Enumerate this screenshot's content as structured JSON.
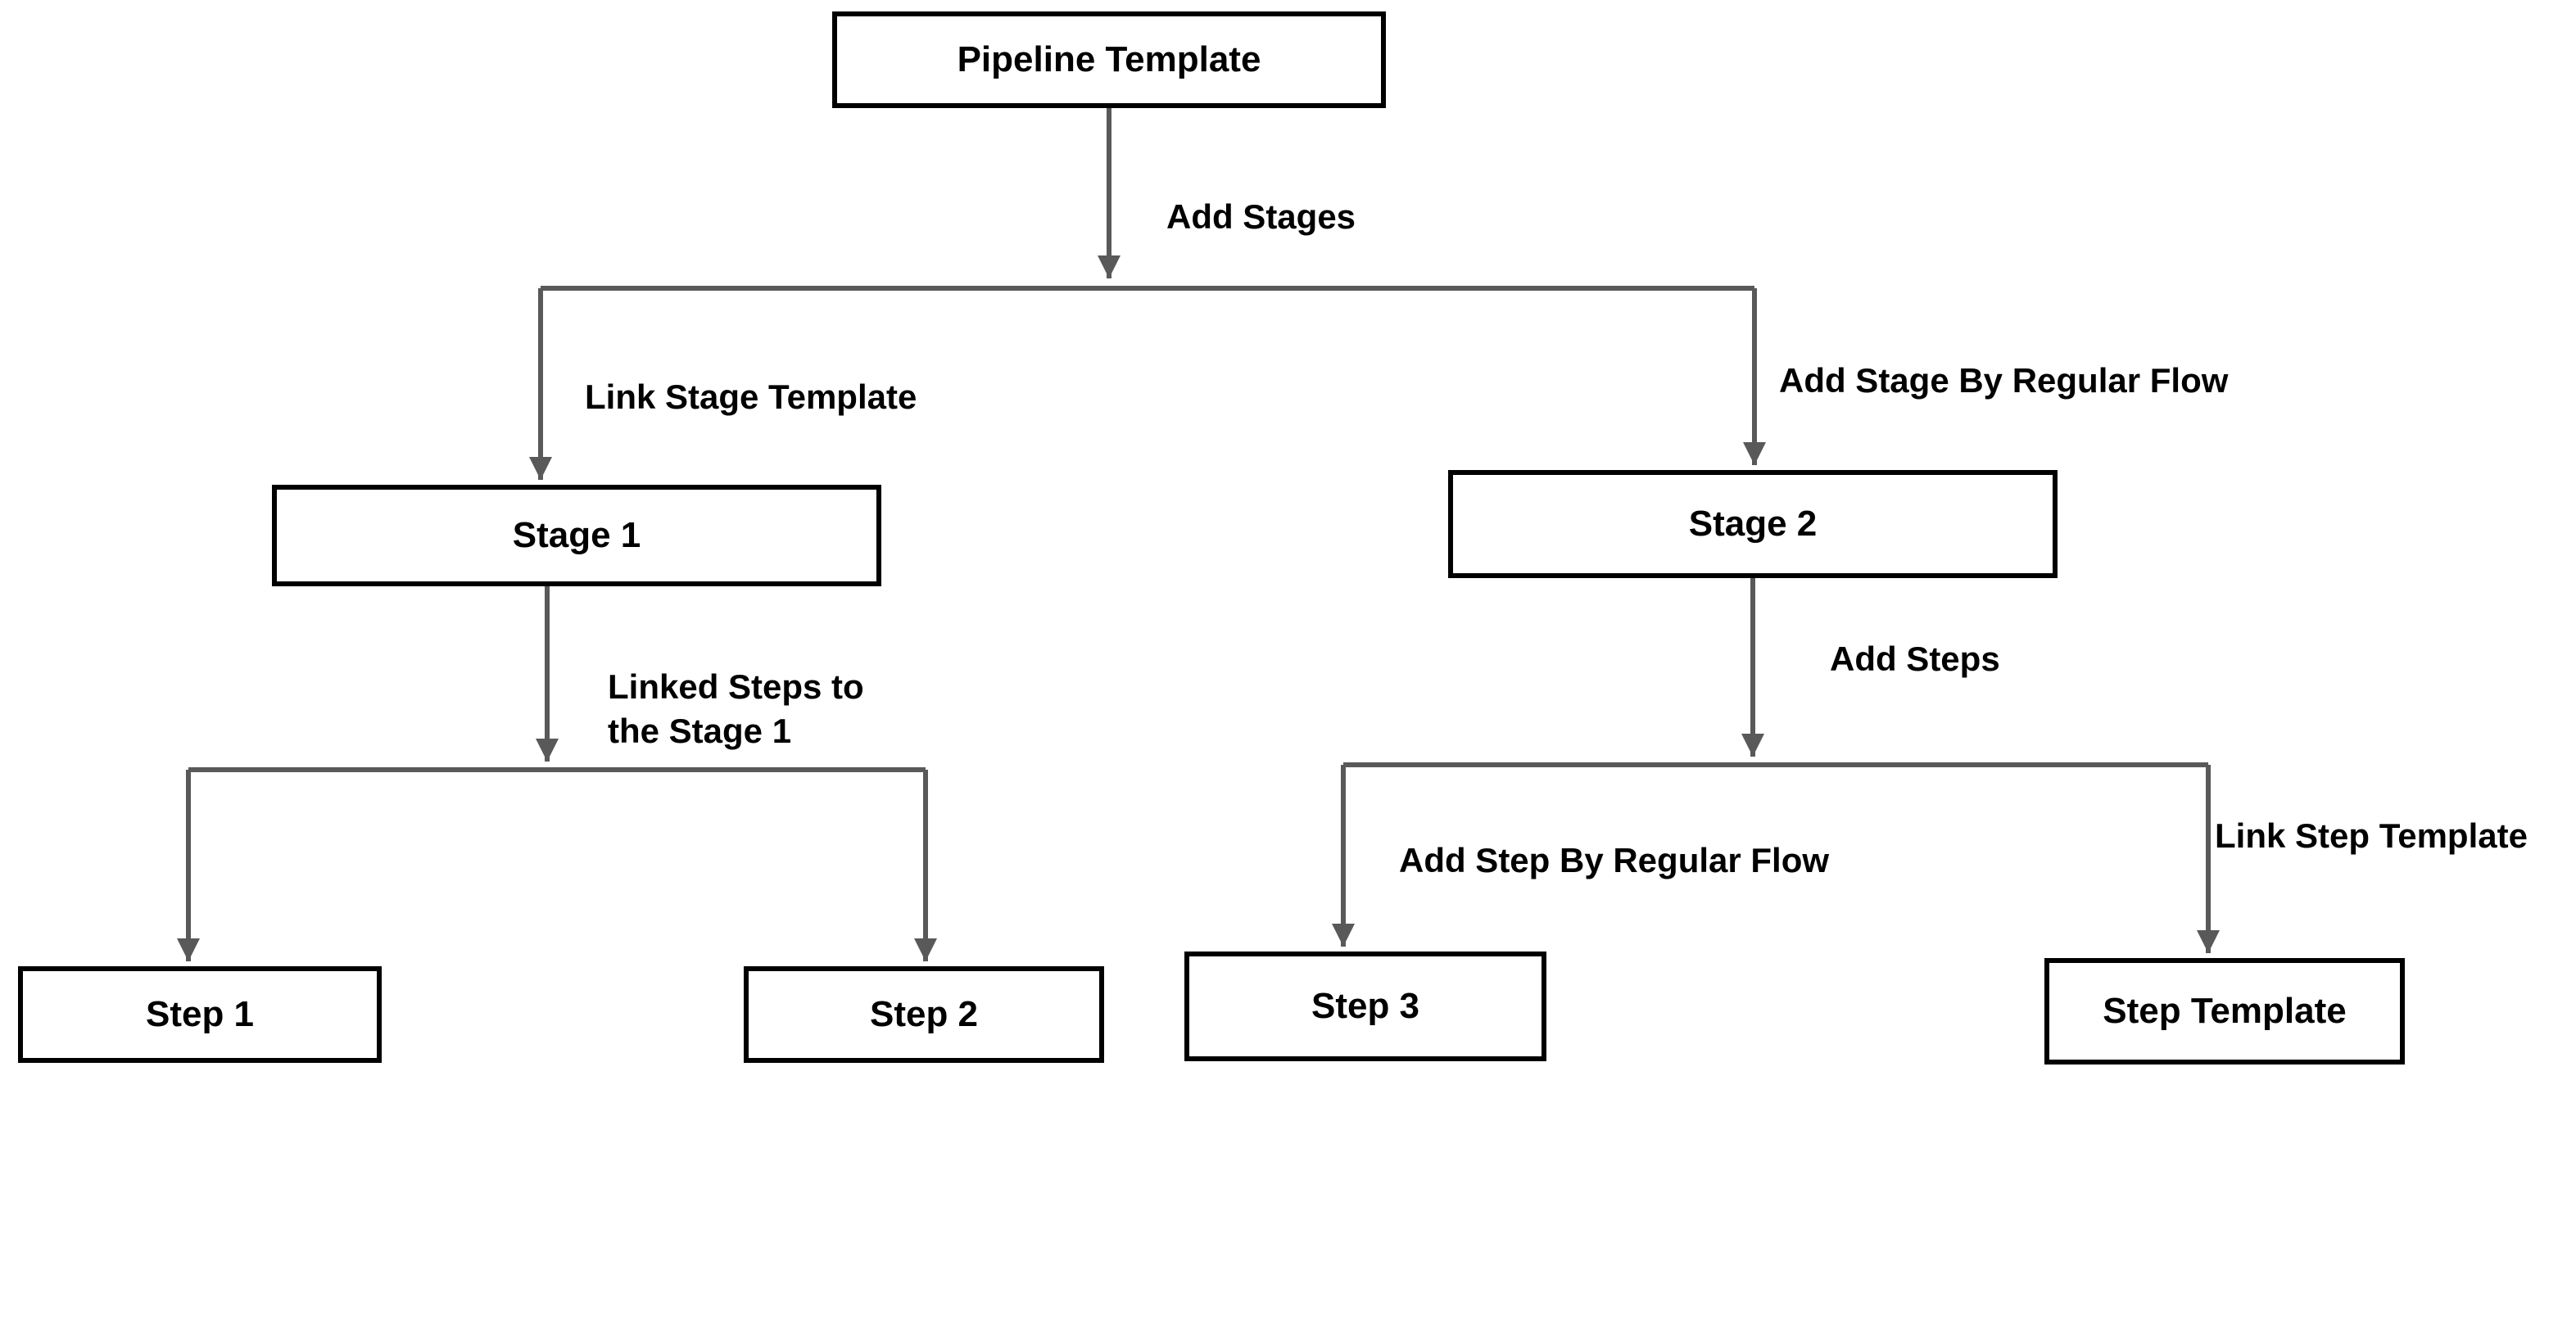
{
  "diagram": {
    "nodes": {
      "pipeline_template": {
        "label": "Pipeline Template"
      },
      "stage_1": {
        "label": "Stage 1"
      },
      "stage_2": {
        "label": "Stage 2"
      },
      "step_1": {
        "label": "Step 1"
      },
      "step_2": {
        "label": "Step 2"
      },
      "step_3": {
        "label": "Step 3"
      },
      "step_template": {
        "label": "Step Template"
      }
    },
    "edges": {
      "add_stages": {
        "label": "Add Stages"
      },
      "link_stage_template": {
        "label": "Link Stage Template"
      },
      "add_stage_by_regular_flow": {
        "label": "Add Stage By Regular Flow"
      },
      "linked_steps_to_stage_1": {
        "label": "Linked Steps to the Stage 1"
      },
      "add_steps": {
        "label": "Add Steps"
      },
      "add_step_by_regular_flow": {
        "label": "Add Step By Regular Flow"
      },
      "link_step_template": {
        "label": "Link Step Template"
      }
    },
    "colors": {
      "arrow": "#595959",
      "node_border": "#000000",
      "node_fill": "#ffffff",
      "text": "#000000",
      "background": "#ffffff"
    }
  }
}
